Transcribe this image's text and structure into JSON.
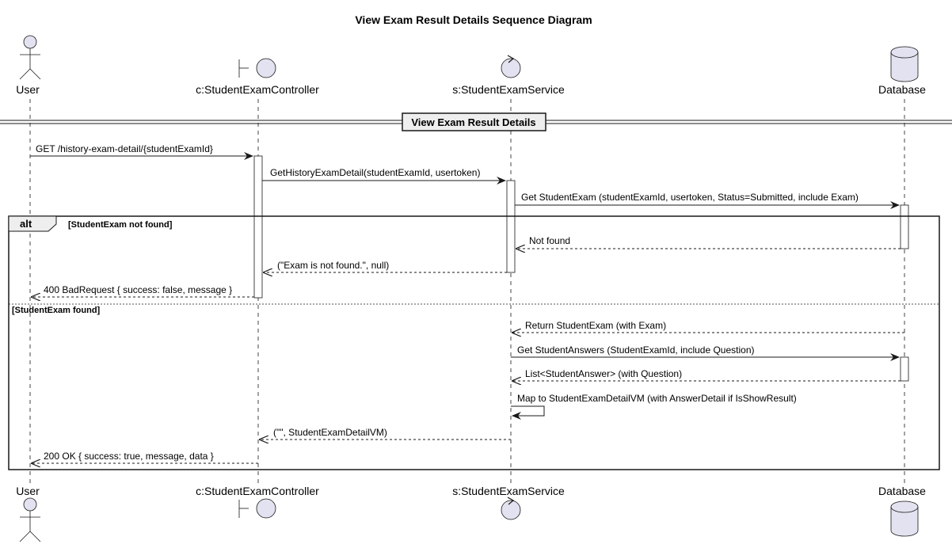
{
  "diagram": {
    "title": "View Exam Result Details Sequence Diagram",
    "divider_label": "View Exam Result Details",
    "participants": [
      {
        "id": "user",
        "label": "User",
        "kind": "actor"
      },
      {
        "id": "controller",
        "label": "c:StudentExamController",
        "kind": "boundary"
      },
      {
        "id": "service",
        "label": "s:StudentExamService",
        "kind": "control"
      },
      {
        "id": "database",
        "label": "Database",
        "kind": "database"
      }
    ],
    "messages": [
      {
        "text": "GET /history-exam-detail/{studentExamId}",
        "from": "user",
        "to": "controller",
        "style": "solid"
      },
      {
        "text": "GetHistoryExamDetail(studentExamId, usertoken)",
        "from": "controller",
        "to": "service",
        "style": "solid"
      },
      {
        "text": "Get StudentExam (studentExamId, usertoken, Status=Submitted, include Exam)",
        "from": "service",
        "to": "database",
        "style": "solid"
      },
      {
        "text": "Not found",
        "from": "database",
        "to": "service",
        "style": "dashed"
      },
      {
        "text": "(\"Exam is not found.\", null)",
        "from": "service",
        "to": "controller",
        "style": "dashed"
      },
      {
        "text": "400 BadRequest { success: false, message }",
        "from": "controller",
        "to": "user",
        "style": "dashed"
      },
      {
        "text": "Return StudentExam (with Exam)",
        "from": "database",
        "to": "service",
        "style": "dashed"
      },
      {
        "text": "Get StudentAnswers (StudentExamId, include Question)",
        "from": "service",
        "to": "database",
        "style": "solid"
      },
      {
        "text": "List<StudentAnswer> (with Question)",
        "from": "database",
        "to": "service",
        "style": "dashed"
      },
      {
        "text": "Map to StudentExamDetailVM (with AnswerDetail if IsShowResult)",
        "from": "service",
        "to": "service",
        "style": "self"
      },
      {
        "text": "(\"\", StudentExamDetailVM)",
        "from": "service",
        "to": "controller",
        "style": "dashed"
      },
      {
        "text": "200 OK { success: true, message, data }",
        "from": "controller",
        "to": "user",
        "style": "dashed"
      }
    ],
    "fragment": {
      "keyword": "alt",
      "guard_1": "[StudentExam not found]",
      "guard_2": "[StudentExam found]"
    },
    "colors": {
      "participant_fill": "#e2e2f0",
      "line": "#181818",
      "lifeline": "#181818",
      "fragment_header_fill": "#eeeeee"
    }
  }
}
